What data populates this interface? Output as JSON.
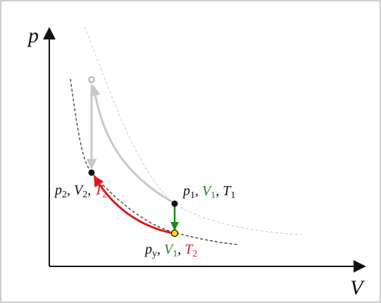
{
  "axes": {
    "y_symbol": "p",
    "x_symbol": "V"
  },
  "points": {
    "p2": {
      "p": "p",
      "p_sub": "2",
      "sep1": ", ",
      "v": "V",
      "v_sub": "2",
      "sep2": ", ",
      "t": "T",
      "t_sub": "2"
    },
    "p1": {
      "p": "p",
      "p_sub": "1",
      "sep1": ", ",
      "v": "V",
      "v_sub": "1",
      "sep2": ", ",
      "t": "T",
      "t_sub": "1"
    },
    "py": {
      "p": "p",
      "p_sub": "y",
      "sep1": ", ",
      "v": "V",
      "v_sub": "1",
      "sep2": ", ",
      "t": "T",
      "t_sub": "2"
    }
  },
  "colors": {
    "black": "#111111",
    "gray": "#c8c8c8",
    "red": "#e01818",
    "green": "#1a8a1a",
    "yellow_point": "#f4e600",
    "frame": "#9a9a9a"
  }
}
